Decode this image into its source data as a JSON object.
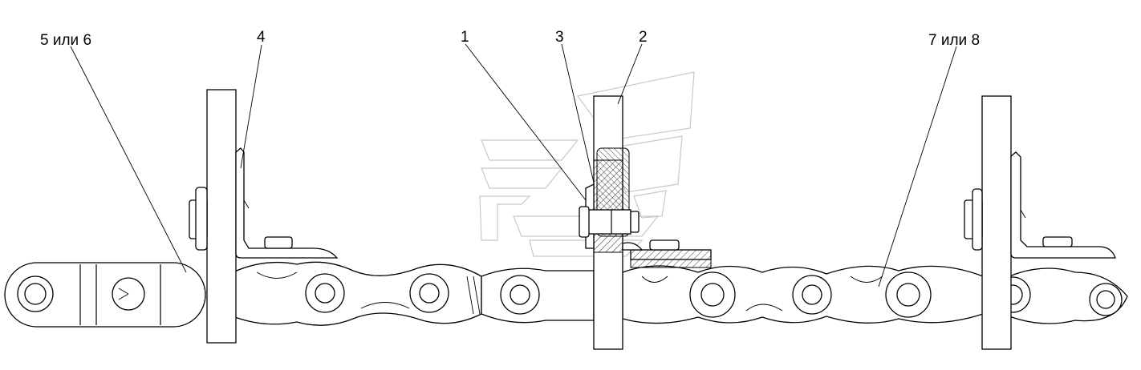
{
  "diagram": {
    "labels": {
      "l1": "1",
      "l2": "2",
      "l3": "3",
      "l4": "4",
      "l56": "5 или 6",
      "l78": "7 или 8"
    }
  }
}
